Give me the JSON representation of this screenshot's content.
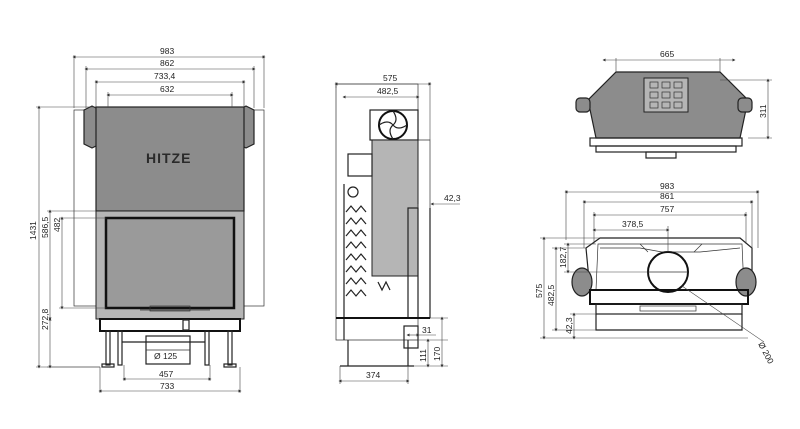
{
  "brand": "HITZE",
  "front_view": {
    "width_dims": [
      "983",
      "862",
      "733,4",
      "632"
    ],
    "height_dims": [
      "1431",
      "586,5",
      "482",
      "272,8"
    ],
    "flue_label": "Ø 125",
    "base_dims": [
      "457",
      "733"
    ]
  },
  "side_view": {
    "top_dims": [
      "575",
      "482,5"
    ],
    "side_dims": [
      "42,3",
      "31",
      "111",
      "170"
    ],
    "base_dim": "374"
  },
  "top_view_small": {
    "width_dim": "665",
    "height_dim": "311"
  },
  "top_view_large": {
    "width_dims": [
      "983",
      "861",
      "757",
      "378,5"
    ],
    "height_dims": [
      "182,7",
      "575",
      "482,5",
      "42,3"
    ],
    "flue_label": "Ø 200"
  }
}
